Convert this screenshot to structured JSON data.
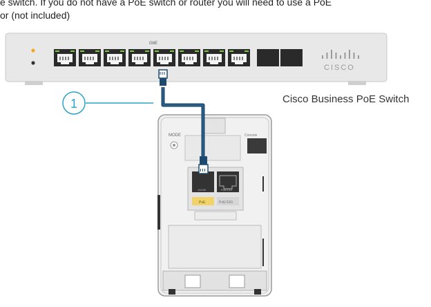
{
  "intro": {
    "line1": "e switch. If you do not have a PoE switch or router you will need to use a PoE",
    "line2": "or (not included)"
  },
  "switch": {
    "label": "Cisco Business PoE Switch",
    "port_group_label": "GbE",
    "brand": "CISCO",
    "rj45_port_count": 8,
    "sfp_port_count": 2
  },
  "callout": {
    "number": "1"
  },
  "access_point": {
    "mode_label": "MODE",
    "console_label": "Console",
    "port_labels": [
      "10/100",
      "PoE/10G"
    ],
    "badge_labels": [
      "PoE",
      "PoE/10G"
    ]
  },
  "colors": {
    "cable": "#1d4a6e",
    "callout": "#2aa3c9",
    "status_led": "#f4a62a",
    "port_led": "#7ac943",
    "poe_badge": "#f2d36b"
  }
}
